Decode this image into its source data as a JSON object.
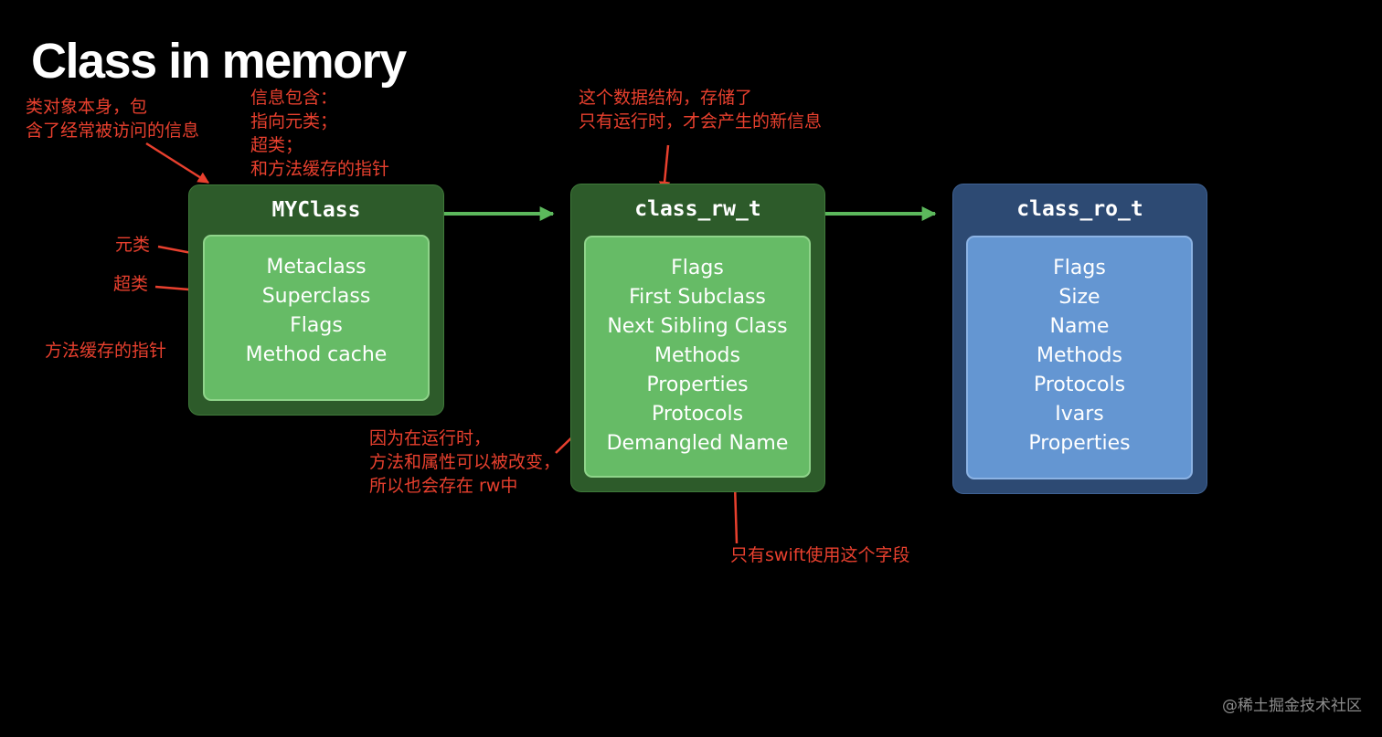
{
  "title": "Class in memory",
  "boxes": {
    "myclass": {
      "name": "MYClass",
      "fields": [
        "Metaclass",
        "Superclass",
        "Flags",
        "Method cache"
      ]
    },
    "rw": {
      "name": "class_rw_t",
      "fields": [
        "Flags",
        "First Subclass",
        "Next Sibling Class",
        "Methods",
        "Properties",
        "Protocols",
        "Demangled Name"
      ]
    },
    "ro": {
      "name": "class_ro_t",
      "fields": [
        "Flags",
        "Size",
        "Name",
        "Methods",
        "Protocols",
        "Ivars",
        "Properties"
      ]
    }
  },
  "annotations": {
    "class_object": [
      "类对象本身，包",
      "含了经常被访问的信息"
    ],
    "info": [
      "信息包含：",
      "指向元类；",
      "超类；",
      "和方法缓存的指针"
    ],
    "rw_struct": [
      "这个数据结构，存储了",
      "只有运行时，才会产生的新信息"
    ],
    "metaclass": "元类",
    "superclass": "超类",
    "method_cache": "方法缓存的指针",
    "runtime_change": [
      "因为在运行时，",
      "方法和属性可以被改变，",
      "所以也会存在 rw中"
    ],
    "swift_only": "只有swift使用这个字段"
  },
  "watermark": "@稀土掘金技术社区",
  "colors": {
    "green_outer": "#2d5b2a",
    "green_inner": "#66bb66",
    "blue_outer": "#2d4a73",
    "blue_inner": "#6496d2",
    "annotation": "#e8402e",
    "connector": "#5cb85c"
  }
}
